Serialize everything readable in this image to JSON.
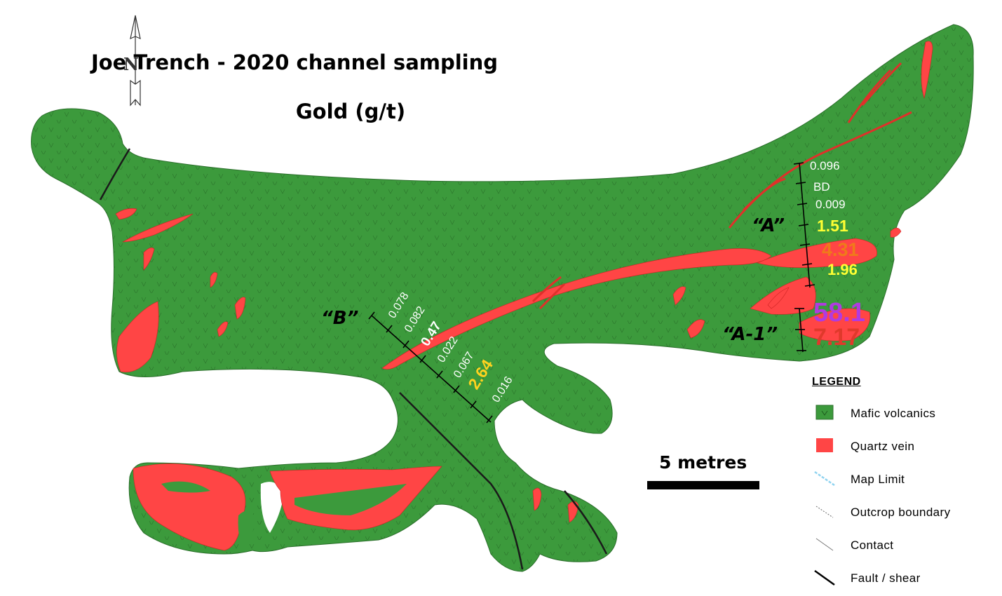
{
  "title": "Joe Trench - 2020 channel sampling",
  "subtitle": "Gold (g/t)",
  "north_arrow_label": "N",
  "scale_bar": {
    "label": "5 metres"
  },
  "channels": [
    {
      "name": "“A”",
      "samples": [
        {
          "value": "0.096",
          "color": "#ffffff"
        },
        {
          "value": "BD",
          "color": "#ffffff"
        },
        {
          "value": "0.009",
          "color": "#ffffff"
        },
        {
          "value": "1.51",
          "color": "#ffff33"
        },
        {
          "value": "4.31",
          "color": "#f07a1a"
        },
        {
          "value": "1.96",
          "color": "#ffff33"
        }
      ]
    },
    {
      "name": "“A-1”",
      "samples": [
        {
          "value": "58.1",
          "color": "#b13ae0"
        },
        {
          "value": "7.17",
          "color": "#e0392b"
        }
      ]
    },
    {
      "name": "“B”",
      "samples": [
        {
          "value": "0.078",
          "color": "#ffffff"
        },
        {
          "value": "0.082",
          "color": "#ffffff"
        },
        {
          "value": "0.47",
          "color": "#ffffff"
        },
        {
          "value": "0.022",
          "color": "#ffffff"
        },
        {
          "value": "0.067",
          "color": "#ffffff"
        },
        {
          "value": "2.64",
          "color": "#ffd21f"
        },
        {
          "value": "0.016",
          "color": "#ffffff"
        }
      ]
    }
  ],
  "legend": {
    "heading": "LEGEND",
    "items": [
      {
        "label": "Mafic volcanics",
        "symbol": "mafic-swatch",
        "color": "#3c9a3c"
      },
      {
        "label": "Quartz vein",
        "symbol": "quartz-swatch",
        "color": "#ff4545"
      },
      {
        "label": "Map Limit",
        "symbol": "map-limit-line",
        "color": "#8fd3f0"
      },
      {
        "label": "Outcrop boundary",
        "symbol": "outcrop-line",
        "color": "#555555"
      },
      {
        "label": "Contact",
        "symbol": "contact-line",
        "color": "#555555"
      },
      {
        "label": "Fault / shear",
        "symbol": "fault-line",
        "color": "#000000"
      }
    ]
  },
  "colors": {
    "mafic": "#3c9a3c",
    "quartz": "#ff4545",
    "fault": "#1a1a1a"
  }
}
